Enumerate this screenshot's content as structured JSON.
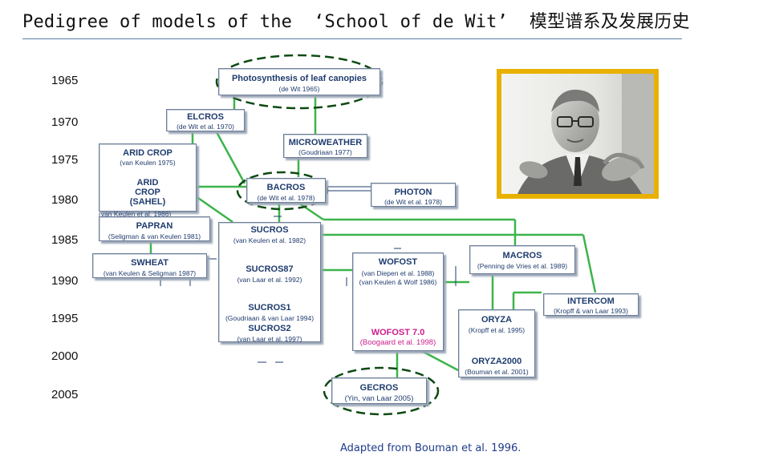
{
  "title": "Pedigree of models of the  ‘School of de Wit’  模型谱系及发展历史",
  "years": [
    "1965",
    "1970",
    "1975",
    "1980",
    "1985",
    "1990",
    "1995",
    "2000",
    "2005"
  ],
  "models": {
    "photosynthesis": {
      "name": "Photosynthesis of leaf canopies",
      "ref": "(de Wit 1965)"
    },
    "elcros": {
      "name": "ELCROS",
      "ref": "(de Wit et al. 1970)"
    },
    "microweather": {
      "name": "MICROWEATHER",
      "ref": "(Goudriaan 1977)"
    },
    "arid_crop": {
      "name": "ARID CROP",
      "ref": "(van Keulen 1975)"
    },
    "arid_crop_sahel": {
      "name": "ARID\nCROP\n(SAHEL)",
      "ref": "(van Keulen et al. 1986)"
    },
    "bacros": {
      "name": "BACROS",
      "ref": "(de Wit et al. 1978)"
    },
    "photon": {
      "name": "PHOTON",
      "ref": "(de Wit et al. 1978)"
    },
    "papran": {
      "name": "PAPRAN",
      "ref": "(Seligman & van Keulen 1981)"
    },
    "sucros": {
      "name": "SUCROS",
      "ref": "(van Keulen et al. 1982)"
    },
    "swheat": {
      "name": "SWHEAT",
      "ref": "(van Keulen & Seligman 1987)"
    },
    "sucros87": {
      "name": "SUCROS87",
      "ref": "(van Laar et al. 1992)"
    },
    "sucros1": {
      "name": "SUCROS1",
      "ref": "(Goudriaan & van Laar 1994)"
    },
    "sucros2": {
      "name": "SUCROS2",
      "ref": "(van Laar et al. 1997)"
    },
    "wofost": {
      "name": "WOFOST",
      "ref1": "(van Diepen et al. 1988)",
      "ref2": "(van Keulen & Wolf 1986)"
    },
    "wofost7": {
      "name": "WOFOST 7.0",
      "ref": "(Boogaard et al. 1998)"
    },
    "macros": {
      "name": "MACROS",
      "ref": "(Penning de Vries et al. 1989)"
    },
    "intercom": {
      "name": "INTERCOM",
      "ref": "(Kropff & van Laar 1993)"
    },
    "oryza": {
      "name": "ORYZA",
      "ref": "(Kropff et al. 1995)"
    },
    "oryza2000": {
      "name": "ORYZA2000",
      "ref": "(Bouman et al. 2001)"
    },
    "gecros": {
      "name": "GECROS",
      "ref": "(Yin, van Laar 2005)"
    }
  },
  "credit": "Adapted from Bouman et al. 1996.",
  "colors": {
    "link": "#3cb44b",
    "ellipse": "#0d4a12",
    "box_text": "#1f3c6e",
    "highlight": "#cc1e8c",
    "frame": "#e8b100"
  }
}
